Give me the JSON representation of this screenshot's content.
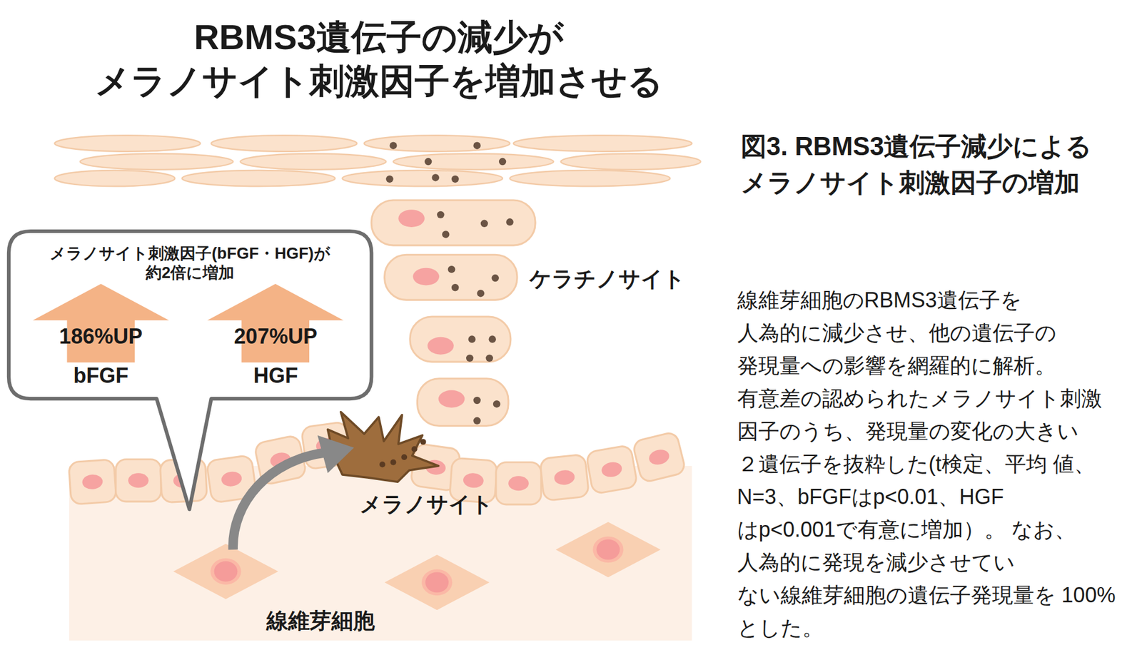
{
  "diagram": {
    "title": "RBMS3遺伝子の減少が メラノサイト刺激因子を増加させる",
    "caption": "図3. RBMS3遺伝子減少による メラノサイト刺激因子の増加",
    "nodes": [
      {
        "text": [
          "メラノサイト刺激因子(bFGF・HGF)が 約2倍に増加"
        ]
      },
      {
        "text": [
          "186%UP",
          "bFGF"
        ],
        "in": 0
      },
      {
        "text": [
          "207%UP",
          "HGF"
        ],
        "in": 0
      }
    ],
    "labels": [
      "ケラチノサイト",
      "メラノサイト",
      "線維芽細胞",
      "線維芽細胞のRBMS3遺伝子を 人為的に減少させ、他の遺伝子の 発現量への影響を網羅的に解析。 有意差の認められたメラノサイト刺激 因子のうち、発現量の変化の大きい ２遺伝子を抜粋した(t検定、平均 値、N=3、bFGFはp<0.01、HGF はp<0.001で有意に増加）。 なお、人為的に発現を減少させてい ない線維芽細胞の遺伝子発現量を 100%とした。"
    ]
  }
}
